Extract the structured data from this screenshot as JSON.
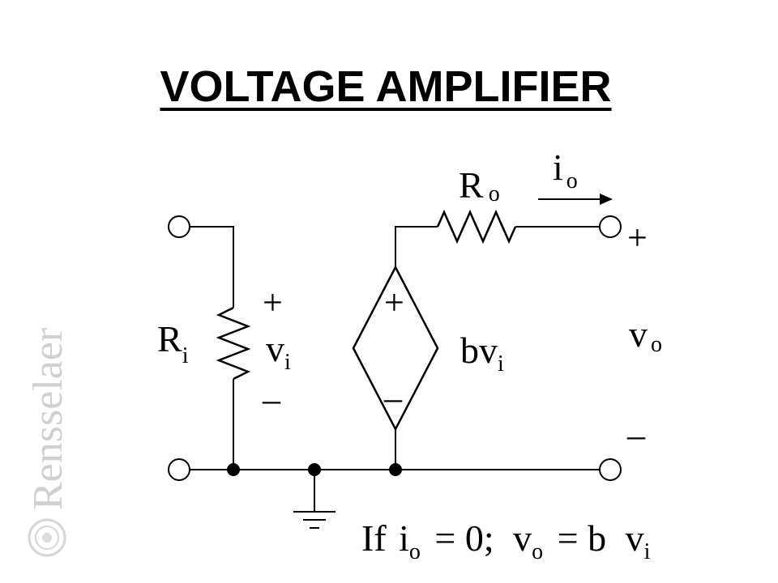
{
  "title": "VOLTAGE AMPLIFIER",
  "watermark": "Rensselaer",
  "labels": {
    "ri_main": "R",
    "ri_sub": "i",
    "ro_main": "R",
    "ro_sub": "o",
    "io_main": "i",
    "io_sub": "o",
    "vi_main": "v",
    "vi_sub": "i",
    "vi_plus": "+",
    "vi_minus": "–",
    "src_main": "bv",
    "src_sub": "i",
    "src_plus": "+",
    "src_minus": "–",
    "vo_main": "v",
    "vo_sub": "o",
    "vo_plus": "+",
    "vo_minus": "–"
  },
  "equation": {
    "if": "If",
    "i": "i",
    "i_sub": "o",
    "eq1": "= 0;",
    "v": "v",
    "v_sub": "o",
    "eq2": "= b",
    "v2": "v",
    "v2_sub": "i"
  }
}
